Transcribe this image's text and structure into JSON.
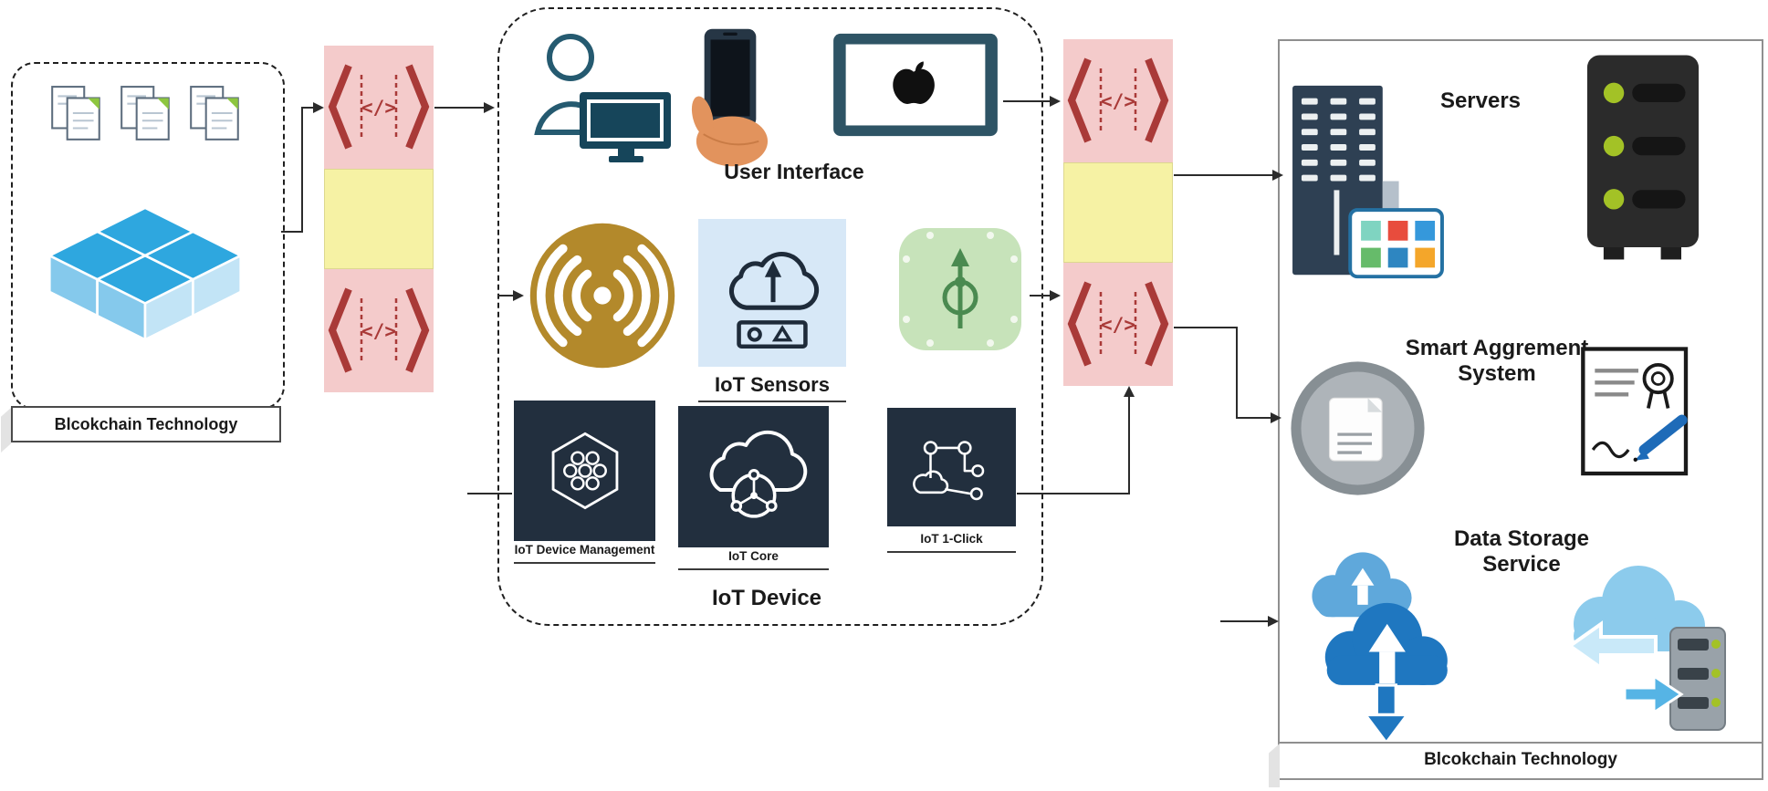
{
  "colors": {
    "gateway_pink": "#F4CBCB",
    "gateway_yellow": "#F6F2A4",
    "gateway_accent": "#A93A38",
    "dark_panel": "#222F3E",
    "gold": "#B3892B",
    "green_panel": "#C7E3BA",
    "sensor_panel": "#D7E8F7",
    "label_text": "#1A1A1A",
    "cube_top": "#2EA7DF",
    "cube_left": "#85C9EC",
    "cube_right": "#C2E4F6",
    "doc_corner_green": "#8DC63F",
    "led_green": "#A3C226",
    "storage_blue": "#1F77C0"
  },
  "left_box": {
    "label": "Blcokchain Technology"
  },
  "gateways": {
    "code_label": "</>"
  },
  "middle_box": {
    "user_interface": {
      "label": "User Interface"
    },
    "iot_sensors": {
      "label": "IoT Sensors"
    },
    "iot_device": {
      "label": "IoT Device",
      "items": [
        {
          "label": "IoT Device Management"
        },
        {
          "label": "IoT Core"
        },
        {
          "label": "IoT 1-Click"
        }
      ]
    }
  },
  "right_box": {
    "servers": {
      "label": "Servers"
    },
    "smart_agreement": {
      "line1": "Smart Aggrement",
      "line2": "System"
    },
    "data_storage": {
      "line1": "Data Storage",
      "line2": "Service"
    },
    "bottom_label": "Blcokchain Technology"
  }
}
